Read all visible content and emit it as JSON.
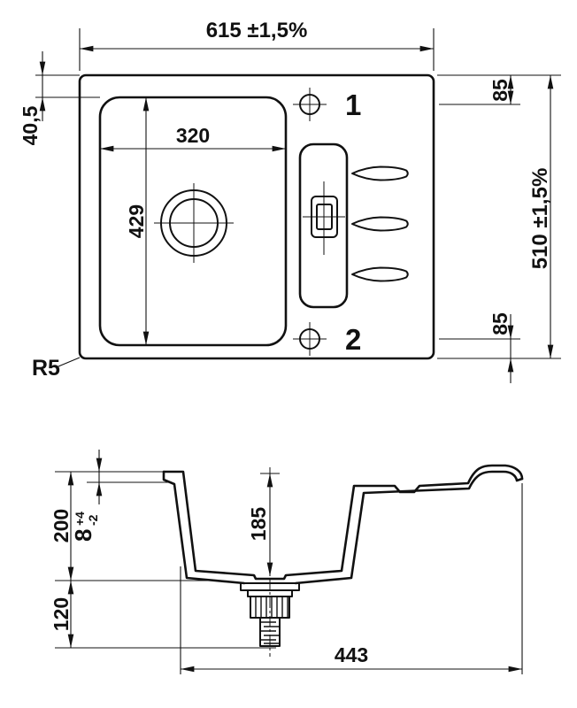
{
  "drawing": {
    "colors": {
      "line": "#111111",
      "background": "#ffffff"
    },
    "plan": {
      "overall_width": "615 ±1,5%",
      "overall_height": "510 ±1,5%",
      "edge_to_bowl_top": "40,5",
      "bowl_width": "320",
      "bowl_length": "429",
      "hole_top_offset": "85",
      "hole_bottom_offset": "85",
      "hole_1_label": "1",
      "hole_2_label": "2",
      "corner_radius": "R5"
    },
    "section": {
      "bowl_depth_outer": "200",
      "rim_thickness": "8",
      "rim_tolerance_plus": "+4",
      "rim_tolerance_minus": "-2",
      "bowl_depth_inner": "185",
      "drain_height": "120",
      "bottom_width": "443"
    }
  }
}
